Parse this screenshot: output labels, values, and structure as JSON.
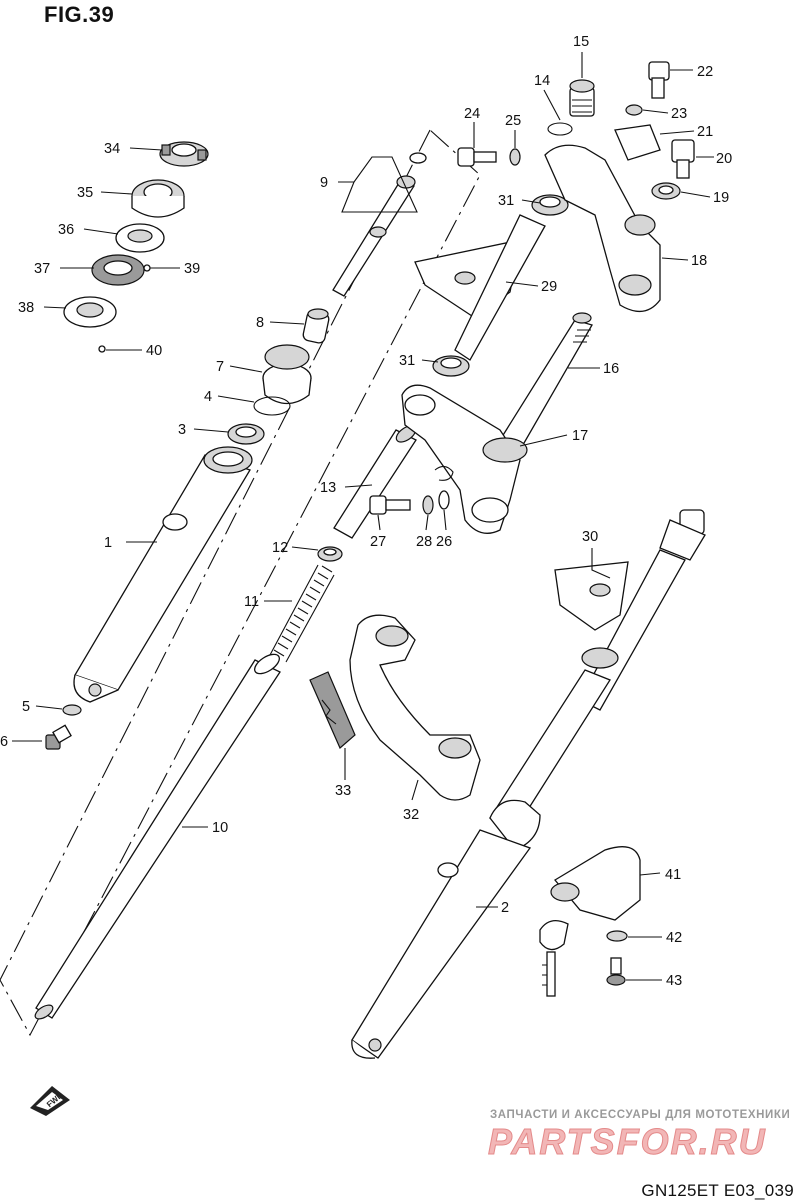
{
  "figure_title": "FIG.39",
  "drawing_code": "GN125ET E03_039",
  "fwd_label": "FWD",
  "watermark": {
    "subtitle": "ЗАПЧАСТИ И АКСЕССУАРЫ ДЛЯ МОТОТЕХНИКИ",
    "brand": "PARTSFOR.RU"
  },
  "callouts": [
    {
      "id": "c1",
      "label": "1"
    },
    {
      "id": "c2",
      "label": "2"
    },
    {
      "id": "c3",
      "label": "3"
    },
    {
      "id": "c4",
      "label": "4"
    },
    {
      "id": "c5",
      "label": "5"
    },
    {
      "id": "c6",
      "label": "6"
    },
    {
      "id": "c7",
      "label": "7"
    },
    {
      "id": "c8",
      "label": "8"
    },
    {
      "id": "c9",
      "label": "9"
    },
    {
      "id": "c10",
      "label": "10"
    },
    {
      "id": "c11",
      "label": "11"
    },
    {
      "id": "c12",
      "label": "12"
    },
    {
      "id": "c13",
      "label": "13"
    },
    {
      "id": "c14",
      "label": "14"
    },
    {
      "id": "c15",
      "label": "15"
    },
    {
      "id": "c16",
      "label": "16"
    },
    {
      "id": "c17",
      "label": "17"
    },
    {
      "id": "c18",
      "label": "18"
    },
    {
      "id": "c19",
      "label": "19"
    },
    {
      "id": "c20",
      "label": "20"
    },
    {
      "id": "c21",
      "label": "21"
    },
    {
      "id": "c22",
      "label": "22"
    },
    {
      "id": "c23",
      "label": "23"
    },
    {
      "id": "c24",
      "label": "24"
    },
    {
      "id": "c25",
      "label": "25"
    },
    {
      "id": "c26",
      "label": "26"
    },
    {
      "id": "c27",
      "label": "27"
    },
    {
      "id": "c28",
      "label": "28"
    },
    {
      "id": "c29",
      "label": "29"
    },
    {
      "id": "c30",
      "label": "30"
    },
    {
      "id": "c31a",
      "label": "31"
    },
    {
      "id": "c31b",
      "label": "31"
    },
    {
      "id": "c32",
      "label": "32"
    },
    {
      "id": "c33",
      "label": "33"
    },
    {
      "id": "c34",
      "label": "34"
    },
    {
      "id": "c35",
      "label": "35"
    },
    {
      "id": "c36",
      "label": "36"
    },
    {
      "id": "c37",
      "label": "37"
    },
    {
      "id": "c38",
      "label": "38"
    },
    {
      "id": "c39",
      "label": "39"
    },
    {
      "id": "c40",
      "label": "40"
    },
    {
      "id": "c41",
      "label": "41"
    },
    {
      "id": "c42",
      "label": "42"
    },
    {
      "id": "c43",
      "label": "43"
    }
  ]
}
